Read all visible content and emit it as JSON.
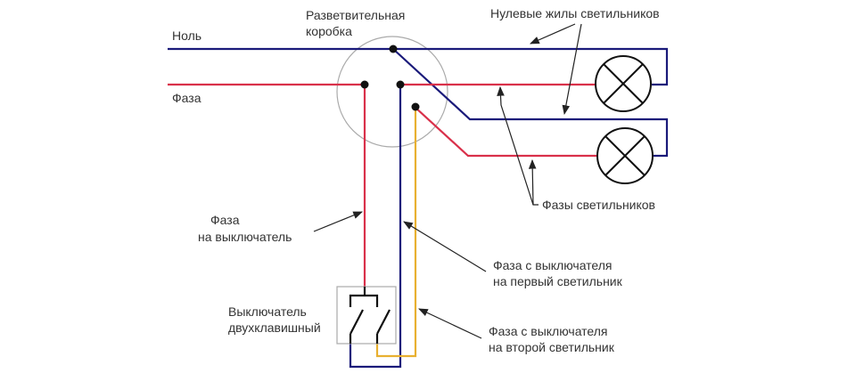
{
  "labels": {
    "neutral": "Ноль",
    "phase": "Фаза",
    "junction_box": [
      "Разветвительная",
      "коробка"
    ],
    "lamp_neutrals": "Нулевые жилы светильников",
    "lamp_phases": "Фазы светильников",
    "phase_to_switch": [
      "Фаза",
      "на выключатель"
    ],
    "phase_to_first_lamp": [
      "Фаза с выключателя",
      "на первый светильник"
    ],
    "switch": [
      "Выключатель",
      "двухклавишный"
    ],
    "phase_to_second_lamp": [
      "Фаза с выключателя",
      "на второй светильник"
    ]
  },
  "colors": {
    "neutral": "#1a1a7a",
    "phase": "#d9304a",
    "second_phase": "#e8b030",
    "box": "#aaaaaa",
    "arrow": "#222222"
  }
}
